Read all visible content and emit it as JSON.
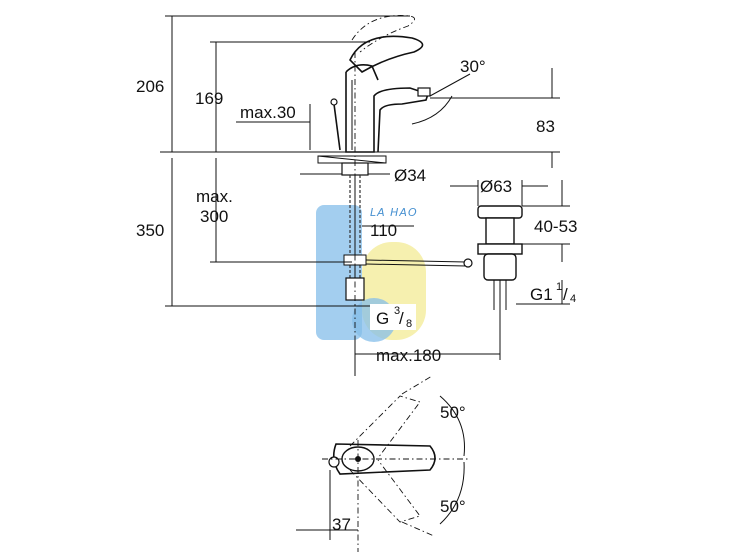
{
  "dimensions": {
    "total_height": "206",
    "spout_height": "169",
    "max_30": "max.30",
    "lever_angle": "30°",
    "spout_reach": "83",
    "hole_diameter": "Ø34",
    "max_label": "max.",
    "max_300": "300",
    "below_height": "350",
    "hose_offset": "110",
    "waste_diameter": "Ø63",
    "waste_range": "40-53",
    "waste_thread_main": "G1",
    "waste_thread_num": "1",
    "waste_thread_den": "4",
    "inlet_thread_main": "G",
    "inlet_thread_num": "3",
    "inlet_thread_den": "8",
    "max_180": "max.180",
    "rotation_top": "50°",
    "rotation_bottom": "50°",
    "base_offset": "37"
  },
  "watermark": {
    "text": "LA HAO",
    "colors": [
      "#6fb3e6",
      "#f3e88a"
    ]
  },
  "colors": {
    "line": "#111111",
    "watermark_blue": "#6fb3e6",
    "watermark_yellow": "#f3e88a"
  }
}
